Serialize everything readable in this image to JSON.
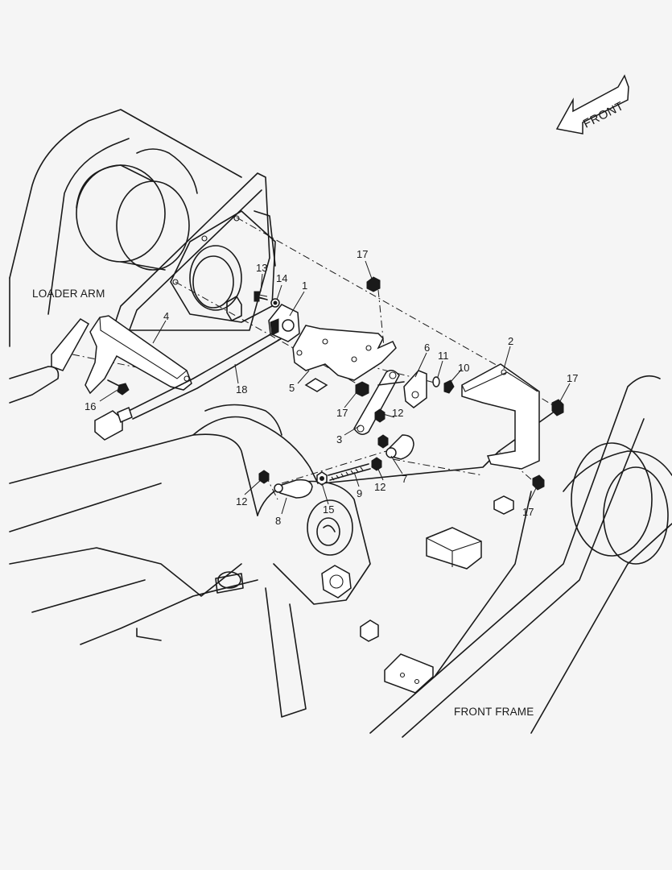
{
  "labels": {
    "loader_arm": "LOADER ARM",
    "front_frame": "FRONT FRAME",
    "front_arrow": "FRONT"
  },
  "callouts": {
    "c1": "1",
    "c2": "2",
    "c3": "3",
    "c4": "4",
    "c5": "5",
    "c6": "6",
    "c7": "7",
    "c8": "8",
    "c9": "9",
    "c10": "10",
    "c11": "11",
    "c12a": "12",
    "c12b": "12",
    "c12c": "12",
    "c13": "13",
    "c14": "14",
    "c15": "15",
    "c16": "16",
    "c17a": "17",
    "c17b": "17",
    "c17c": "17",
    "c17d": "17",
    "c18": "18"
  }
}
